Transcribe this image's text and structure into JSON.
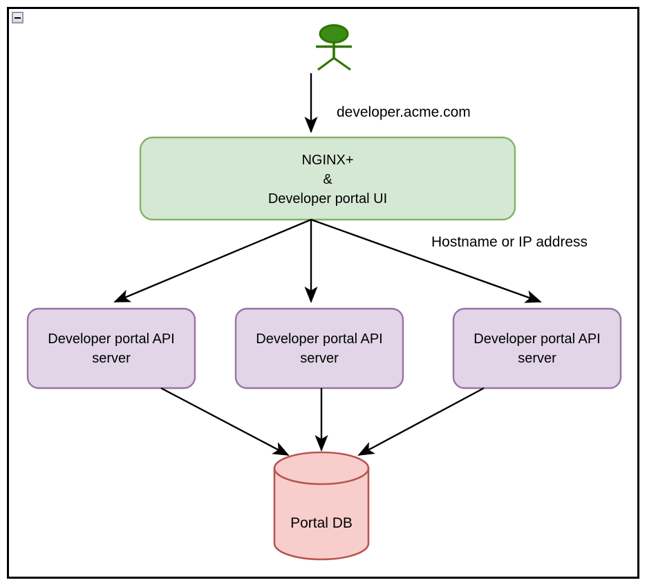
{
  "frame": {
    "collapse_icon": "minus-icon"
  },
  "actor": {
    "name": "user-actor",
    "icon": "stick-figure-icon"
  },
  "edge_labels": {
    "domain": "developer.acme.com",
    "host_or_ip": "Hostname or IP address"
  },
  "nodes": {
    "gateway": {
      "label": "NGINX+\n&\nDeveloper portal UI",
      "fill": "#d5e8d4",
      "stroke": "#82b366"
    },
    "api_servers": [
      {
        "label": "Developer portal API\nserver",
        "fill": "#e1d5e7",
        "stroke": "#9673a6"
      },
      {
        "label": "Developer portal API\nserver",
        "fill": "#e1d5e7",
        "stroke": "#9673a6"
      },
      {
        "label": "Developer portal API\nserver",
        "fill": "#e1d5e7",
        "stroke": "#9673a6"
      }
    ],
    "database": {
      "label": "Portal DB",
      "fill": "#f8cecc",
      "stroke": "#b85450"
    }
  },
  "colors": {
    "actor_stroke": "#2d7600",
    "actor_fill": "#3a8c14",
    "edge": "#000000",
    "frame_border": "#000000"
  }
}
